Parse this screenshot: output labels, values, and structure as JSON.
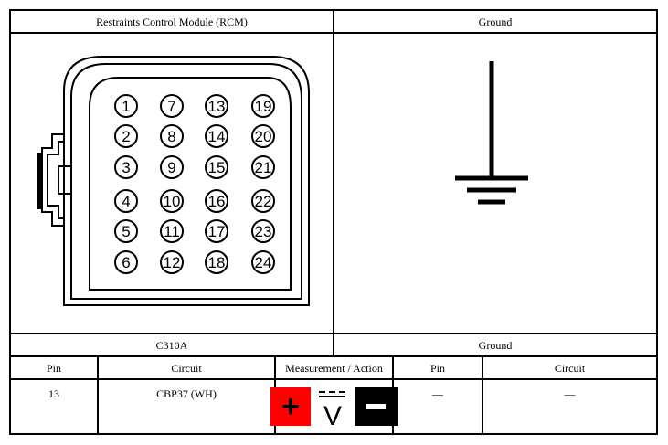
{
  "header": {
    "left_title": "Restraints Control Module (RCM)",
    "right_title": "Ground"
  },
  "labels": {
    "connector_id": "C310A",
    "ground_label": "Ground"
  },
  "connector": {
    "pins": [
      "1",
      "2",
      "3",
      "4",
      "5",
      "6",
      "7",
      "8",
      "9",
      "10",
      "11",
      "12",
      "13",
      "14",
      "15",
      "16",
      "17",
      "18",
      "19",
      "20",
      "21",
      "22",
      "23",
      "24"
    ]
  },
  "table": {
    "headers": [
      "Pin",
      "Circuit",
      "Measurement / Action",
      "Pin",
      "Circuit"
    ],
    "row": {
      "pin": "13",
      "circuit": "CBP37 (WH)",
      "ground_pin": "—",
      "ground_circuit": "—"
    }
  },
  "meter": {
    "positive_symbol": "+",
    "negative_symbol": "−",
    "function_symbol": "V",
    "positive_color": "#ff0000",
    "negative_color": "#000000"
  }
}
